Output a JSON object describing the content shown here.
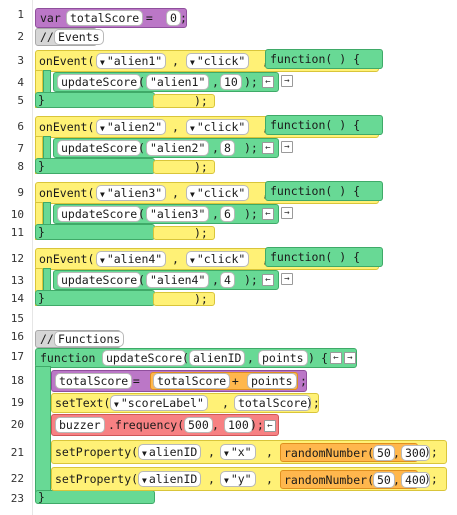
{
  "line_numbers": [
    "1",
    "2",
    "3",
    "4",
    "5",
    "6",
    "7",
    "8",
    "9",
    "10",
    "11",
    "12",
    "13",
    "14",
    "15",
    "16",
    "17",
    "18",
    "19",
    "20",
    "21",
    "22",
    "23"
  ],
  "line1": {
    "keyword": "var",
    "varname": "totalScore",
    "eq": " = ",
    "value": "0",
    "end": ";"
  },
  "line2": {
    "slashes": "//",
    "comment": "Events"
  },
  "events": [
    {
      "head": "onEvent(",
      "target": "\"alien1\"",
      "comma": ",",
      "event": "\"click\"",
      "comma2": ",",
      "fn": "function( )",
      "brace": "{",
      "call": "updateScore",
      "arg1": "\"alien1\"",
      "arg2": "10",
      "callend": ");",
      "close": "}",
      "tail": ");"
    },
    {
      "head": "onEvent(",
      "target": "\"alien2\"",
      "comma": ",",
      "event": "\"click\"",
      "comma2": ",",
      "fn": "function( )",
      "brace": "{",
      "call": "updateScore",
      "arg1": "\"alien2\"",
      "arg2": "8",
      "callend": ");",
      "close": "}",
      "tail": ");"
    },
    {
      "head": "onEvent(",
      "target": "\"alien3\"",
      "comma": ",",
      "event": "\"click\"",
      "comma2": ",",
      "fn": "function( )",
      "brace": "{",
      "call": "updateScore",
      "arg1": "\"alien3\"",
      "arg2": "6",
      "callend": ");",
      "close": "}",
      "tail": ");"
    },
    {
      "head": "onEvent(",
      "target": "\"alien4\"",
      "comma": ",",
      "event": "\"click\"",
      "comma2": ",",
      "fn": "function( )",
      "brace": "{",
      "call": "updateScore",
      "arg1": "\"alien4\"",
      "arg2": "4",
      "callend": ");",
      "close": "}",
      "tail": ");"
    }
  ],
  "line16": {
    "slashes": "//",
    "comment": "Functions"
  },
  "line17": {
    "keyword": "function",
    "name": "updateScore",
    "paren_open": "(",
    "param1": "alienID",
    "comma": ",",
    "param2": "points",
    "paren_close": ")",
    "brace": "{"
  },
  "line18": {
    "var": "totalScore",
    "eq": " = ",
    "lhs": "totalScore",
    "plus": " + ",
    "rhs": "points",
    "end": ";"
  },
  "line19": {
    "call": "setText(",
    "arg1": "\"scoreLabel\"",
    "comma": ",",
    "arg2": "totalScore",
    "end": ");"
  },
  "line20": {
    "obj": "buzzer",
    "method": ".frequency(",
    "arg1": "500",
    "comma": ",",
    "arg2": "100",
    "end": ");"
  },
  "line21": {
    "call": "setProperty(",
    "arg1": "alienID",
    "comma": ",",
    "arg2": "\"x\"",
    "comma2": ",",
    "rand": "randomNumber(",
    "min": "50",
    "comma3": ",",
    "max": "300",
    "rand_end": ")",
    "end": ");"
  },
  "line22": {
    "call": "setProperty(",
    "arg1": "alienID",
    "comma": ",",
    "arg2": "\"y\"",
    "comma2": ",",
    "rand": "randomNumber(",
    "min": "50",
    "comma3": ",",
    "max": "400",
    "rand_end": ")",
    "end": ");"
  },
  "line23": {
    "close": "}"
  },
  "icons": {
    "dropdown": "triangle-down",
    "collapse": "arrow-left",
    "expand": "arrow-right"
  },
  "colors": {
    "event_yellow": "#fff176",
    "function_green": "#68d995",
    "variable_purple": "#bb77c7",
    "comment_gray": "#d6d6d6",
    "hardware_red": "#f78183",
    "math_orange": "#ffb74d"
  }
}
